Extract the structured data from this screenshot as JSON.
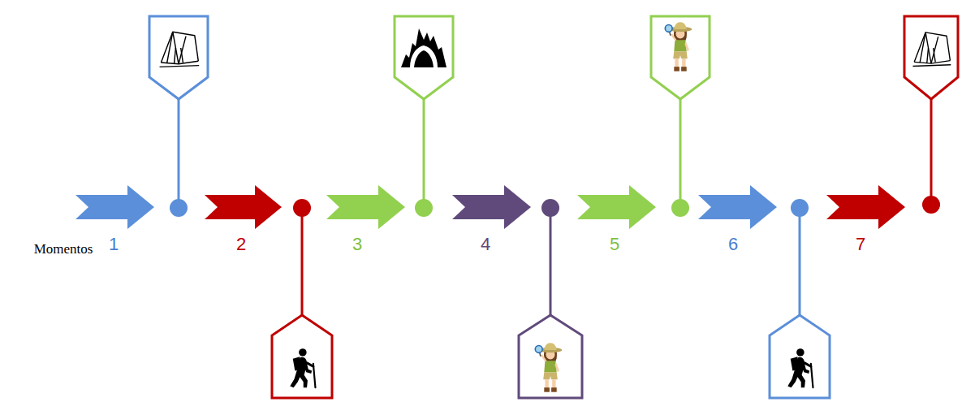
{
  "diagram": {
    "labels": [
      "Momentos",
      "1",
      "2",
      "3",
      "4",
      "5",
      "6",
      "7"
    ]
  }
}
